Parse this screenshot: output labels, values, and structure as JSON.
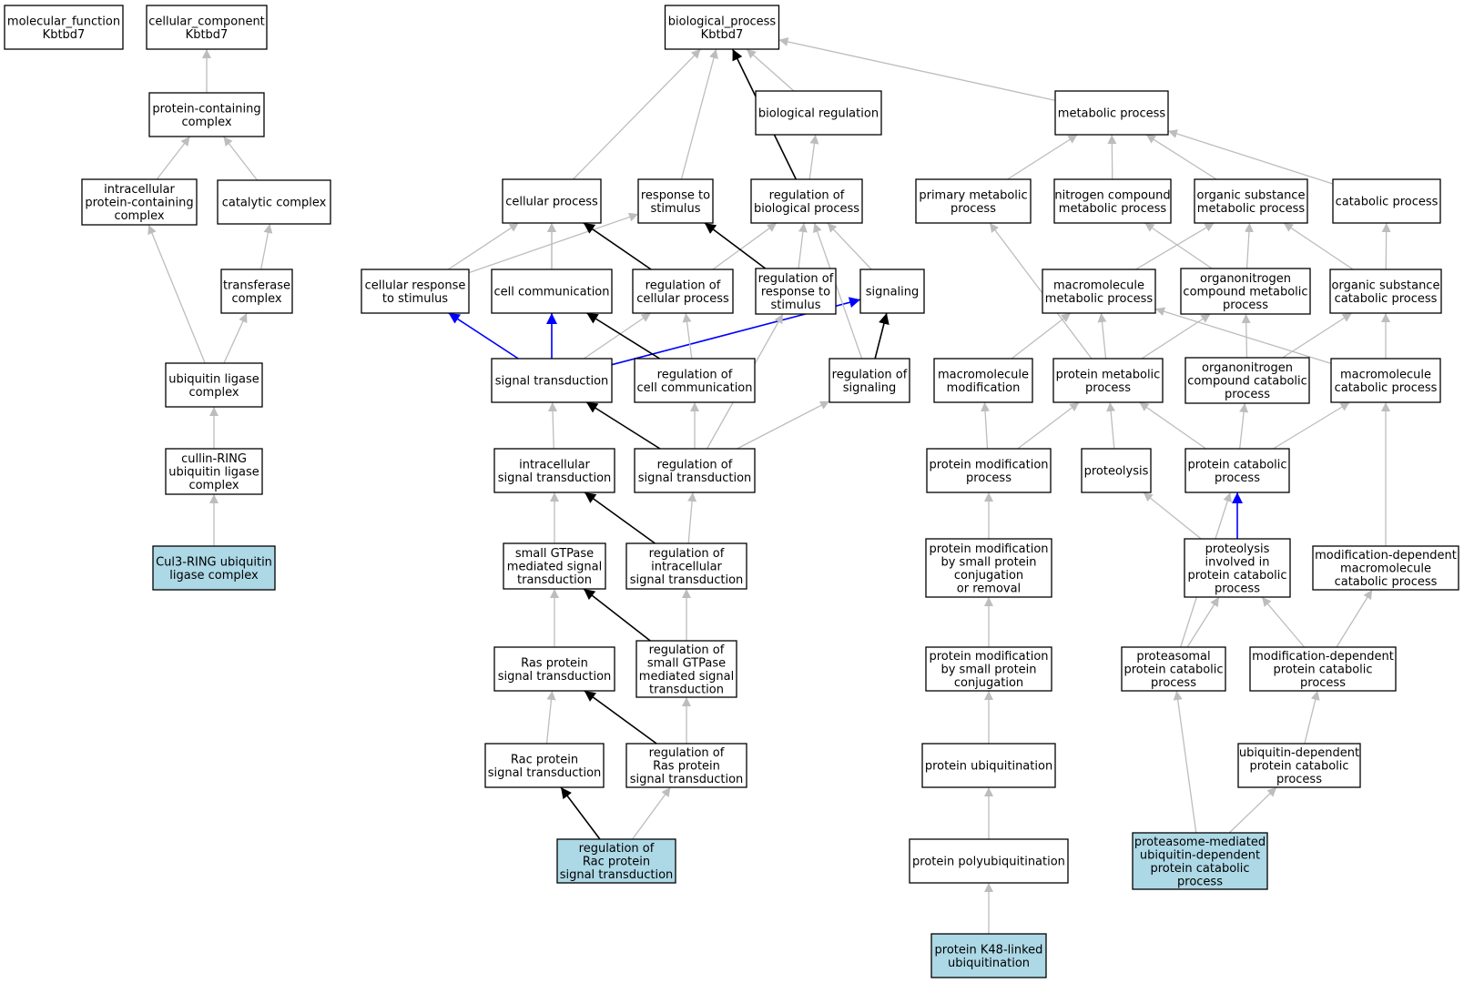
{
  "colors": {
    "background": "#ffffff",
    "node_fill": "#ffffff",
    "highlight_fill": "#add8e6",
    "node_border": "#000000",
    "edge_gray": "#bdbdbd",
    "edge_black": "#000000",
    "edge_blue": "#0000ff"
  },
  "nodes": {
    "mf": {
      "lines": [
        "molecular_function",
        "Kbtbd7"
      ]
    },
    "cc": {
      "lines": [
        "cellular_component",
        "Kbtbd7"
      ]
    },
    "bp": {
      "lines": [
        "biological_process",
        "Kbtbd7"
      ]
    },
    "pcc": {
      "lines": [
        "protein-containing",
        "complex"
      ]
    },
    "ipcc": {
      "lines": [
        "intracellular",
        "protein-containing",
        "complex"
      ]
    },
    "catc": {
      "lines": [
        "catalytic complex"
      ]
    },
    "trc": {
      "lines": [
        "transferase",
        "complex"
      ]
    },
    "ulc": {
      "lines": [
        "ubiquitin ligase",
        "complex"
      ]
    },
    "crl": {
      "lines": [
        "cullin-RING",
        "ubiquitin ligase",
        "complex"
      ]
    },
    "cul3": {
      "lines": [
        "Cul3-RING ubiquitin",
        "ligase complex"
      ],
      "highlight": true
    },
    "breg": {
      "lines": [
        "biological regulation"
      ]
    },
    "metp": {
      "lines": [
        "metabolic process"
      ]
    },
    "cellp": {
      "lines": [
        "cellular process"
      ]
    },
    "rts": {
      "lines": [
        "response to",
        "stimulus"
      ]
    },
    "rbp": {
      "lines": [
        "regulation of",
        "biological process"
      ]
    },
    "pmp": {
      "lines": [
        "primary metabolic",
        "process"
      ]
    },
    "ncmp": {
      "lines": [
        "nitrogen compound",
        "metabolic process"
      ]
    },
    "osmp": {
      "lines": [
        "organic substance",
        "metabolic process"
      ]
    },
    "catp": {
      "lines": [
        "catabolic process"
      ]
    },
    "crts": {
      "lines": [
        "cellular response",
        "to stimulus"
      ]
    },
    "ccom": {
      "lines": [
        "cell communication"
      ]
    },
    "rcp": {
      "lines": [
        "regulation of",
        "cellular process"
      ]
    },
    "rrts": {
      "lines": [
        "regulation of",
        "response to",
        "stimulus"
      ]
    },
    "sig": {
      "lines": [
        "signaling"
      ]
    },
    "mmp": {
      "lines": [
        "macromolecule",
        "metabolic process"
      ]
    },
    "oncmp": {
      "lines": [
        "organonitrogen",
        "compound metabolic",
        "process"
      ]
    },
    "oscp": {
      "lines": [
        "organic substance",
        "catabolic process"
      ]
    },
    "st": {
      "lines": [
        "signal transduction"
      ]
    },
    "rcc": {
      "lines": [
        "regulation of",
        "cell communication"
      ]
    },
    "rsig": {
      "lines": [
        "regulation of",
        "signaling"
      ]
    },
    "mmod": {
      "lines": [
        "macromolecule",
        "modification"
      ]
    },
    "prmp": {
      "lines": [
        "protein metabolic",
        "process"
      ]
    },
    "onccp": {
      "lines": [
        "organonitrogen",
        "compound catabolic",
        "process"
      ]
    },
    "mcp": {
      "lines": [
        "macromolecule",
        "catabolic process"
      ]
    },
    "ist": {
      "lines": [
        "intracellular",
        "signal transduction"
      ]
    },
    "rst": {
      "lines": [
        "regulation of",
        "signal transduction"
      ]
    },
    "pmodp": {
      "lines": [
        "protein modification",
        "process"
      ]
    },
    "prot": {
      "lines": [
        "proteolysis"
      ]
    },
    "pcp": {
      "lines": [
        "protein catabolic",
        "process"
      ]
    },
    "sgst": {
      "lines": [
        "small GTPase",
        "mediated signal",
        "transduction"
      ]
    },
    "rist": {
      "lines": [
        "regulation of",
        "intracellular",
        "signal transduction"
      ]
    },
    "pmsp": {
      "lines": [
        "protein modification",
        "by small protein",
        "conjugation",
        "or removal"
      ]
    },
    "pipcp": {
      "lines": [
        "proteolysis",
        "involved in",
        "protein catabolic",
        "process"
      ]
    },
    "mdmcp": {
      "lines": [
        "modification-dependent",
        "macromolecule",
        "catabolic process"
      ]
    },
    "rasst": {
      "lines": [
        "Ras protein",
        "signal transduction"
      ]
    },
    "rsgst": {
      "lines": [
        "regulation of",
        "small GTPase",
        "mediated signal",
        "transduction"
      ]
    },
    "pmspc": {
      "lines": [
        "protein modification",
        "by small protein",
        "conjugation"
      ]
    },
    "ppcp": {
      "lines": [
        "proteasomal",
        "protein catabolic",
        "process"
      ]
    },
    "mdpcp": {
      "lines": [
        "modification-dependent",
        "protein catabolic",
        "process"
      ]
    },
    "racst": {
      "lines": [
        "Rac protein",
        "signal transduction"
      ]
    },
    "rrasst": {
      "lines": [
        "regulation of",
        "Ras protein",
        "signal transduction"
      ]
    },
    "pubi": {
      "lines": [
        "protein ubiquitination"
      ]
    },
    "udpcp": {
      "lines": [
        "ubiquitin-dependent",
        "protein catabolic",
        "process"
      ]
    },
    "rracst": {
      "lines": [
        "regulation of",
        "Rac protein",
        "signal transduction"
      ],
      "highlight": true
    },
    "ppubi": {
      "lines": [
        "protein polyubiquitination"
      ]
    },
    "pmudp": {
      "lines": [
        "proteasome-mediated",
        "ubiquitin-dependent",
        "protein catabolic",
        "process"
      ],
      "highlight": true
    },
    "k48": {
      "lines": [
        "protein K48-linked",
        "ubiquitination"
      ],
      "highlight": true
    }
  },
  "edges": [
    {
      "from": "pcc",
      "to": "cc",
      "color": "gray"
    },
    {
      "from": "ipcc",
      "to": "pcc",
      "color": "gray"
    },
    {
      "from": "catc",
      "to": "pcc",
      "color": "gray"
    },
    {
      "from": "trc",
      "to": "catc",
      "color": "gray"
    },
    {
      "from": "ulc",
      "to": "ipcc",
      "color": "gray"
    },
    {
      "from": "ulc",
      "to": "trc",
      "color": "gray"
    },
    {
      "from": "crl",
      "to": "ulc",
      "color": "gray"
    },
    {
      "from": "cul3",
      "to": "crl",
      "color": "gray"
    },
    {
      "from": "cellp",
      "to": "bp",
      "color": "gray"
    },
    {
      "from": "rts",
      "to": "bp",
      "color": "gray"
    },
    {
      "from": "rbp",
      "to": "bp",
      "color": "black"
    },
    {
      "from": "breg",
      "to": "bp",
      "color": "gray"
    },
    {
      "from": "metp",
      "to": "bp",
      "color": "gray"
    },
    {
      "from": "rbp",
      "to": "breg",
      "color": "gray"
    },
    {
      "from": "pmp",
      "to": "metp",
      "color": "gray"
    },
    {
      "from": "ncmp",
      "to": "metp",
      "color": "gray"
    },
    {
      "from": "osmp",
      "to": "metp",
      "color": "gray"
    },
    {
      "from": "catp",
      "to": "metp",
      "color": "gray"
    },
    {
      "from": "crts",
      "to": "cellp",
      "color": "gray"
    },
    {
      "from": "crts",
      "to": "rts",
      "color": "gray"
    },
    {
      "from": "ccom",
      "to": "cellp",
      "color": "gray"
    },
    {
      "from": "rcp",
      "to": "cellp",
      "color": "black"
    },
    {
      "from": "rcp",
      "to": "rbp",
      "color": "gray"
    },
    {
      "from": "rrts",
      "to": "rts",
      "color": "black"
    },
    {
      "from": "rrts",
      "to": "rbp",
      "color": "gray"
    },
    {
      "from": "sig",
      "to": "rbp",
      "color": "gray"
    },
    {
      "from": "mmp",
      "to": "osmp",
      "color": "gray"
    },
    {
      "from": "oncmp",
      "to": "ncmp",
      "color": "gray"
    },
    {
      "from": "oncmp",
      "to": "osmp",
      "color": "gray"
    },
    {
      "from": "oscp",
      "to": "osmp",
      "color": "gray"
    },
    {
      "from": "oscp",
      "to": "catp",
      "color": "gray"
    },
    {
      "from": "st",
      "to": "cellp",
      "color": "gray"
    },
    {
      "from": "st",
      "to": "crts",
      "color": "blue"
    },
    {
      "from": "st",
      "to": "ccom",
      "color": "blue"
    },
    {
      "from": "st",
      "to": "sig",
      "color": "blue"
    },
    {
      "from": "st",
      "to": "rcp",
      "color": "gray"
    },
    {
      "from": "rcc",
      "to": "ccom",
      "color": "black"
    },
    {
      "from": "rcc",
      "to": "rcp",
      "color": "gray"
    },
    {
      "from": "rsig",
      "to": "sig",
      "color": "black"
    },
    {
      "from": "rsig",
      "to": "rbp",
      "color": "gray"
    },
    {
      "from": "mmod",
      "to": "mmp",
      "color": "gray"
    },
    {
      "from": "prmp",
      "to": "mmp",
      "color": "gray"
    },
    {
      "from": "prmp",
      "to": "oncmp",
      "color": "gray"
    },
    {
      "from": "prmp",
      "to": "pmp",
      "color": "gray"
    },
    {
      "from": "onccp",
      "to": "oncmp",
      "color": "gray"
    },
    {
      "from": "onccp",
      "to": "oscp",
      "color": "gray"
    },
    {
      "from": "mcp",
      "to": "mmp",
      "color": "gray"
    },
    {
      "from": "mcp",
      "to": "oscp",
      "color": "gray"
    },
    {
      "from": "ist",
      "to": "st",
      "color": "gray"
    },
    {
      "from": "rst",
      "to": "st",
      "color": "black"
    },
    {
      "from": "rst",
      "to": "rcc",
      "color": "gray"
    },
    {
      "from": "rst",
      "to": "rsig",
      "color": "gray"
    },
    {
      "from": "rst",
      "to": "rrts",
      "color": "gray"
    },
    {
      "from": "pmodp",
      "to": "mmod",
      "color": "gray"
    },
    {
      "from": "pmodp",
      "to": "prmp",
      "color": "gray"
    },
    {
      "from": "prot",
      "to": "prmp",
      "color": "gray"
    },
    {
      "from": "pcp",
      "to": "prmp",
      "color": "gray"
    },
    {
      "from": "pcp",
      "to": "onccp",
      "color": "gray"
    },
    {
      "from": "pcp",
      "to": "mcp",
      "color": "gray"
    },
    {
      "from": "sgst",
      "to": "ist",
      "color": "gray"
    },
    {
      "from": "rist",
      "to": "ist",
      "color": "black"
    },
    {
      "from": "rist",
      "to": "rst",
      "color": "gray"
    },
    {
      "from": "pmsp",
      "to": "pmodp",
      "color": "gray"
    },
    {
      "from": "pipcp",
      "to": "pcp",
      "color": "blue"
    },
    {
      "from": "pipcp",
      "to": "prot",
      "color": "gray"
    },
    {
      "from": "mdmcp",
      "to": "mcp",
      "color": "gray"
    },
    {
      "from": "rasst",
      "to": "sgst",
      "color": "gray"
    },
    {
      "from": "rsgst",
      "to": "sgst",
      "color": "black"
    },
    {
      "from": "rsgst",
      "to": "rist",
      "color": "gray"
    },
    {
      "from": "pmspc",
      "to": "pmsp",
      "color": "gray"
    },
    {
      "from": "ppcp",
      "to": "pipcp",
      "color": "gray"
    },
    {
      "from": "ppcp",
      "to": "pcp",
      "color": "gray"
    },
    {
      "from": "mdpcp",
      "to": "pipcp",
      "color": "gray"
    },
    {
      "from": "mdpcp",
      "to": "mdmcp",
      "color": "gray"
    },
    {
      "from": "racst",
      "to": "rasst",
      "color": "gray"
    },
    {
      "from": "rrasst",
      "to": "rasst",
      "color": "black"
    },
    {
      "from": "rrasst",
      "to": "rsgst",
      "color": "gray"
    },
    {
      "from": "pubi",
      "to": "pmspc",
      "color": "gray"
    },
    {
      "from": "udpcp",
      "to": "mdpcp",
      "color": "gray"
    },
    {
      "from": "rracst",
      "to": "racst",
      "color": "black"
    },
    {
      "from": "rracst",
      "to": "rrasst",
      "color": "gray"
    },
    {
      "from": "ppubi",
      "to": "pubi",
      "color": "gray"
    },
    {
      "from": "pmudp",
      "to": "ppcp",
      "color": "gray"
    },
    {
      "from": "pmudp",
      "to": "udpcp",
      "color": "gray"
    },
    {
      "from": "k48",
      "to": "ppubi",
      "color": "gray"
    }
  ]
}
